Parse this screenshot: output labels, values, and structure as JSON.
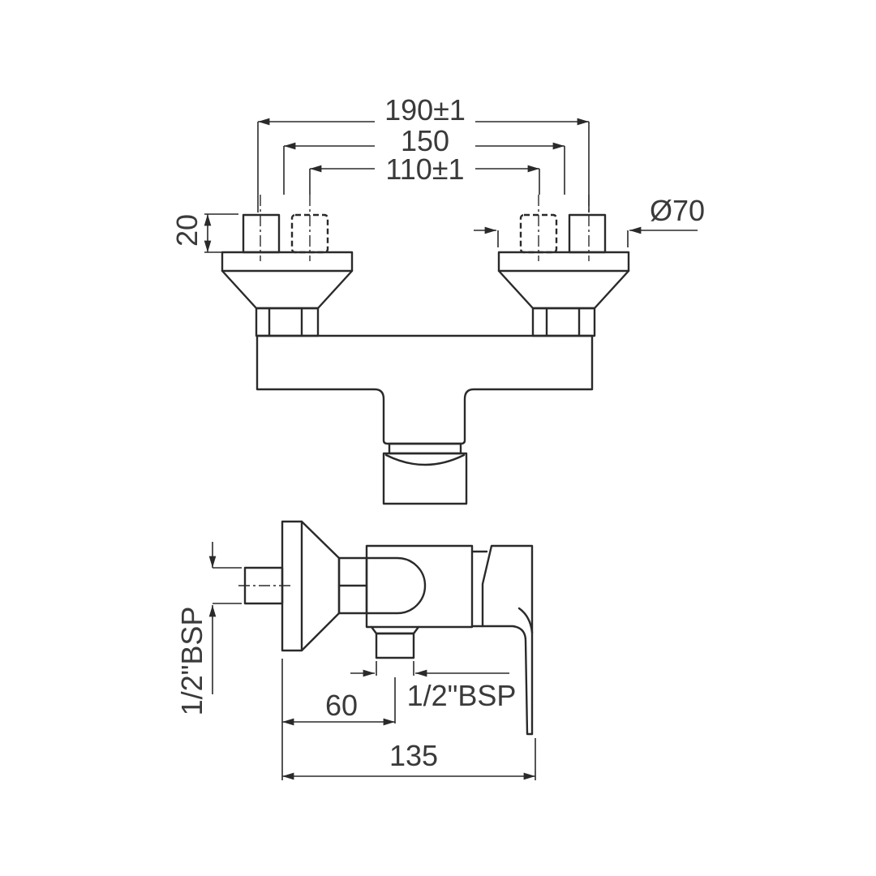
{
  "title": "Shower mixer technical drawing",
  "views": {
    "front": {
      "dimensions": {
        "outer_inlet_spacing": "190±1",
        "mid_inlet_spacing": "150",
        "inner_inlet_spacing": "110±1",
        "inlet_height": "20",
        "flange_diameter": "Ø70"
      }
    },
    "side": {
      "dimensions": {
        "inlet_thread": "1/2\"BSP",
        "outlet_thread": "1/2\"BSP",
        "wall_to_outlet": "60",
        "total_depth": "135"
      }
    }
  },
  "colors": {
    "line": "#2a2a2a",
    "text": "#3a3a3a",
    "background": "#ffffff"
  }
}
